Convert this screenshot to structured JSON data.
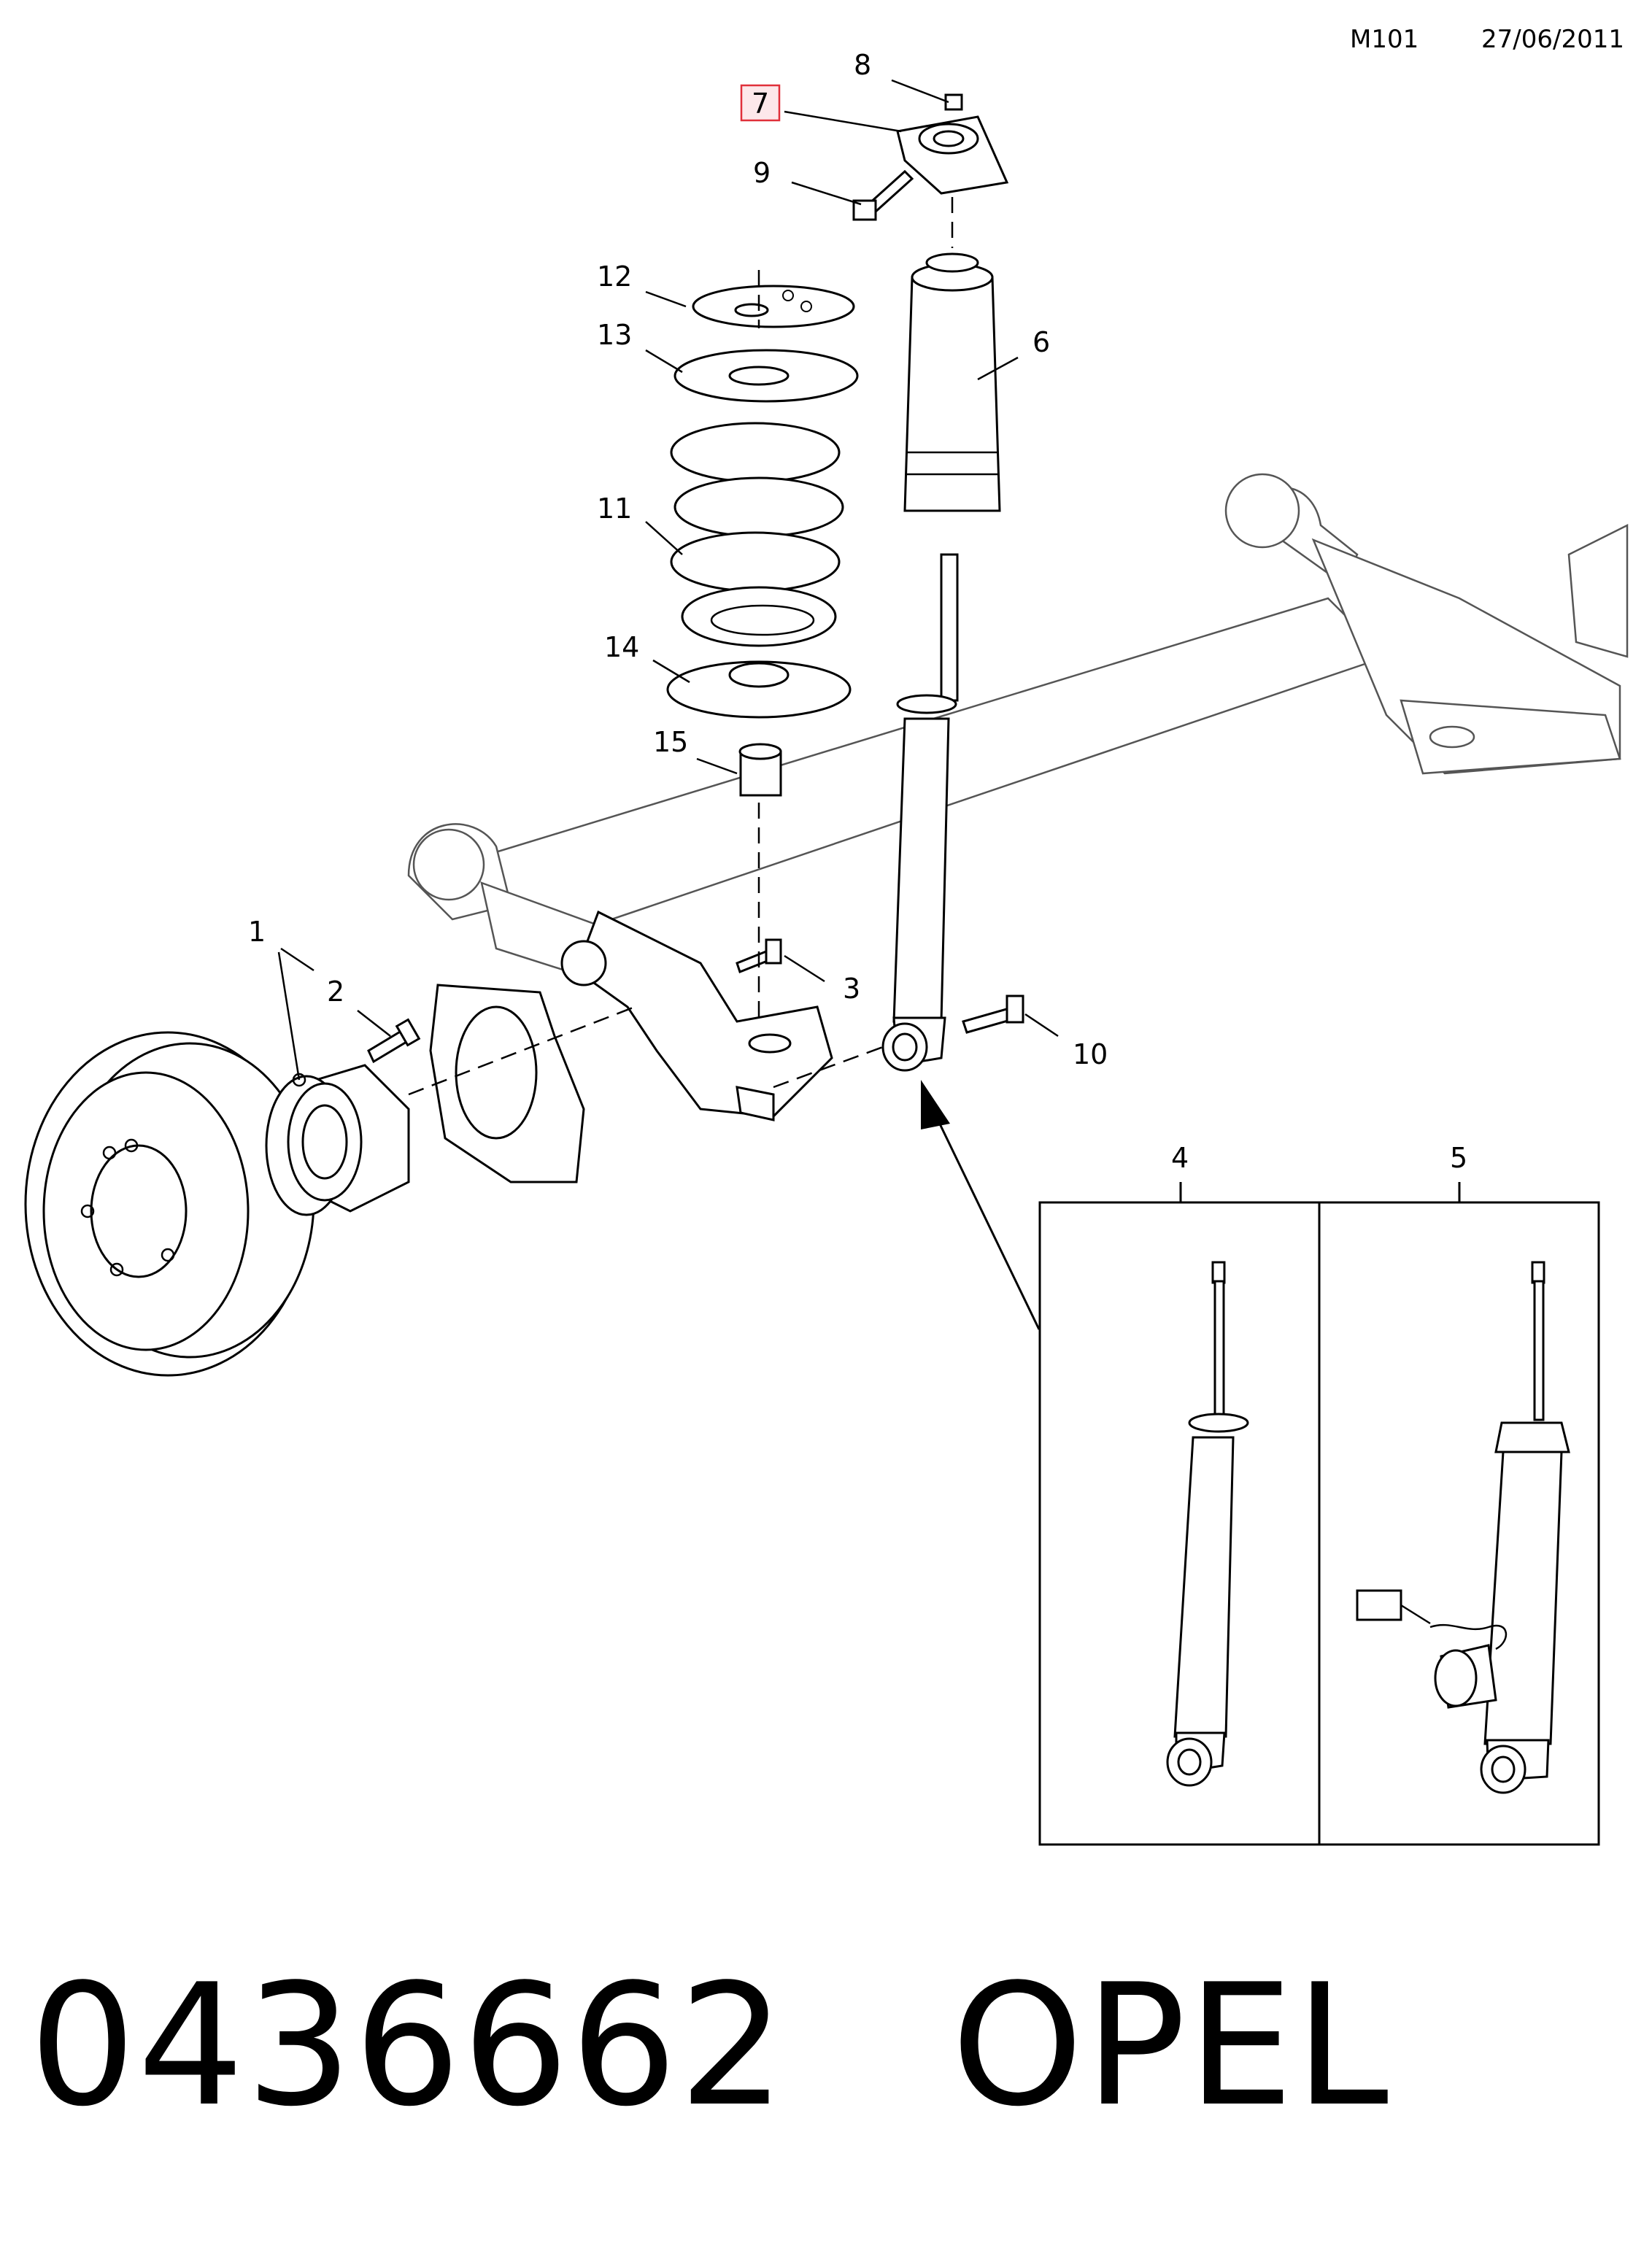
{
  "header": {
    "code": "M101",
    "date": "27/06/2011"
  },
  "callouts": [
    {
      "id": "1",
      "label": "1"
    },
    {
      "id": "2",
      "label": "2"
    },
    {
      "id": "3",
      "label": "3"
    },
    {
      "id": "4",
      "label": "4"
    },
    {
      "id": "5",
      "label": "5"
    },
    {
      "id": "6",
      "label": "6"
    },
    {
      "id": "7",
      "label": "7",
      "highlighted": true
    },
    {
      "id": "8",
      "label": "8"
    },
    {
      "id": "9",
      "label": "9"
    },
    {
      "id": "10",
      "label": "10"
    },
    {
      "id": "11",
      "label": "11"
    },
    {
      "id": "12",
      "label": "12"
    },
    {
      "id": "13",
      "label": "13"
    },
    {
      "id": "14",
      "label": "14"
    },
    {
      "id": "15",
      "label": "15"
    }
  ],
  "highlight_color": "#e0303a",
  "footer": {
    "part_number": "0436662",
    "brand": "OPEL"
  }
}
